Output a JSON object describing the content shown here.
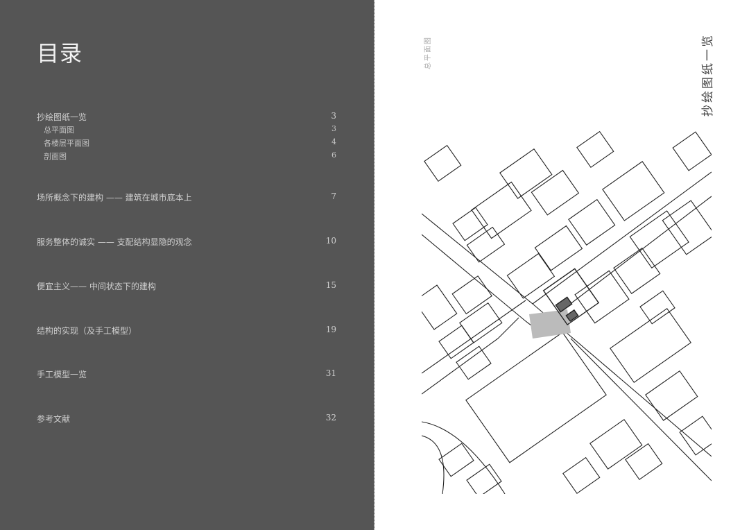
{
  "toc": {
    "title": "目录",
    "entries": [
      {
        "label": "抄绘图纸一览",
        "page": "3"
      },
      {
        "label": "总平面图",
        "page": "3",
        "sub": true
      },
      {
        "label": "各楼层平面图",
        "page": "4",
        "sub": true
      },
      {
        "label": "剖面图",
        "page": "6",
        "sub": true
      },
      {
        "label": "场所概念下的建构 —— 建筑在城市底本上",
        "page": "7"
      },
      {
        "label": "服务整体的诚实 —— 支配结构显隐的观念",
        "page": "10"
      },
      {
        "label": "便宜主义—— 中间状态下的建构",
        "page": "15"
      },
      {
        "label": "结构的实现（及手工模型）",
        "page": "19"
      },
      {
        "label": "手工模型一览",
        "page": "31"
      },
      {
        "label": "参考文献",
        "page": "32"
      }
    ]
  },
  "right_page": {
    "side_label": "总平面图",
    "section_title": "抄绘图纸一览"
  },
  "colors": {
    "left_bg": "#555555",
    "highlight": "#bbbbbb"
  }
}
